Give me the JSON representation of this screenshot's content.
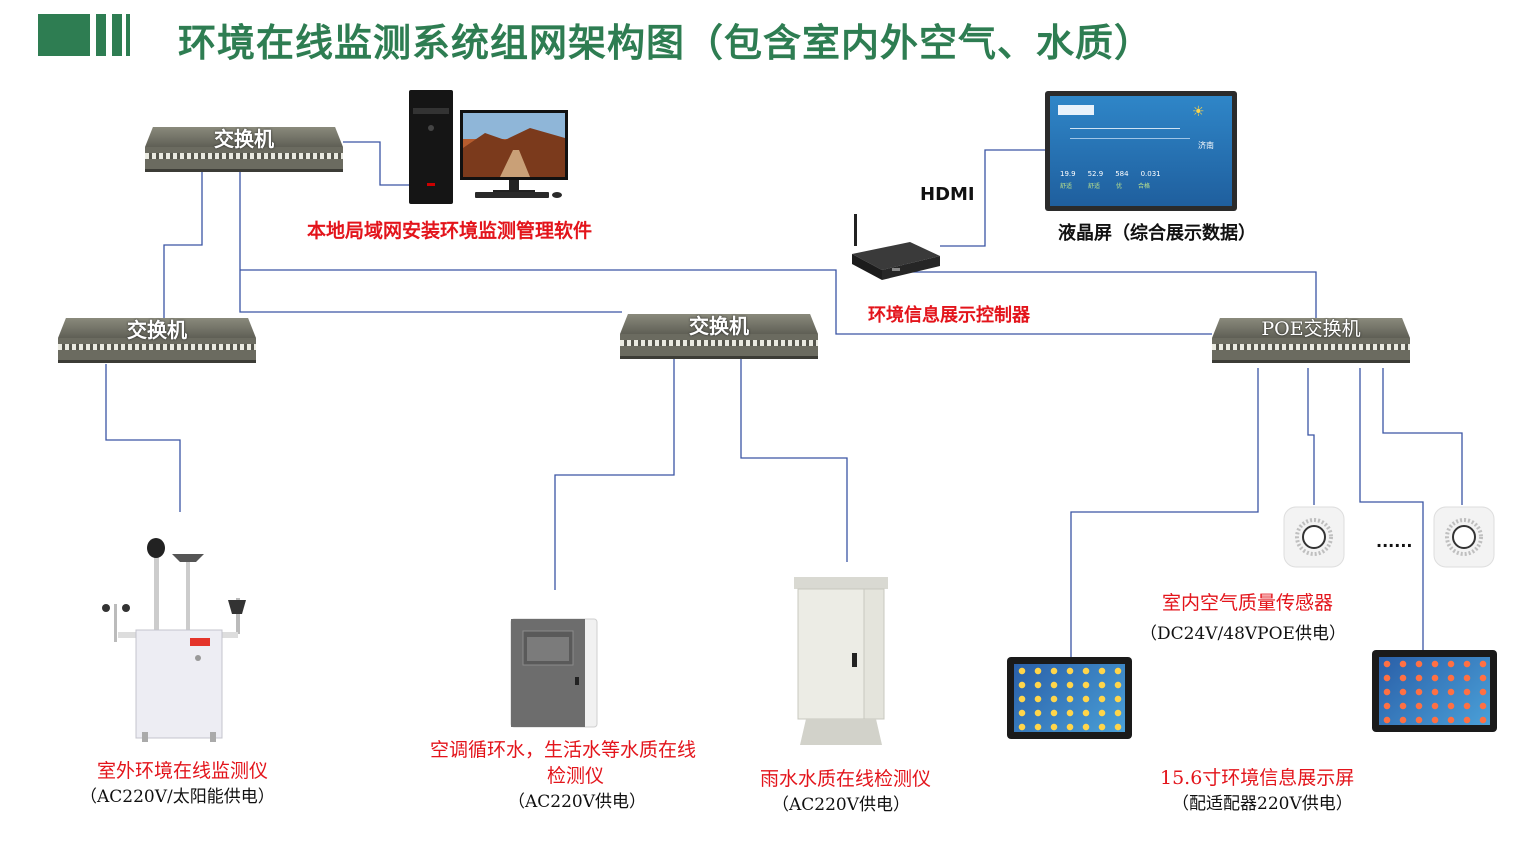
{
  "title": "环境在线监测系统组网架构图（包含室内外空气、水质）",
  "switch_label": "交换机",
  "poe_switch_label": "POE交换机",
  "local_software": "本地局域网安装环境监测管理软件",
  "hdmi": "HDMI",
  "lcd_label": "液晶屏（综合展示数据）",
  "controller_label": "环境信息展示控制器",
  "lcd_screen": {
    "city": "济南",
    "values": [
      "19.9",
      "52.9",
      "584",
      "0.031"
    ],
    "states": [
      "舒适",
      "舒适",
      "优",
      "合格"
    ]
  },
  "outdoor": {
    "name": "室外环境在线监测仪",
    "power": "（AC220V/太阳能供电）"
  },
  "circulating": {
    "name_line1": "空调循环水，生活水等水质在线",
    "name_line2": "检测仪",
    "power": "（AC220V供电）"
  },
  "rain": {
    "name": "雨水水质在线检测仪",
    "power": "（AC220V供电）"
  },
  "indoor_sensor": {
    "name": "室内空气质量传感器",
    "power": "（DC24V/48VPOE供电）",
    "ellipsis": "......"
  },
  "display": {
    "name": "15.6寸环境信息展示屏",
    "power": "（配适配器220V供电）"
  },
  "colors": {
    "title_green": "#2e7d52",
    "label_red": "#e3141b",
    "wire_blue": "#3a55a4"
  }
}
